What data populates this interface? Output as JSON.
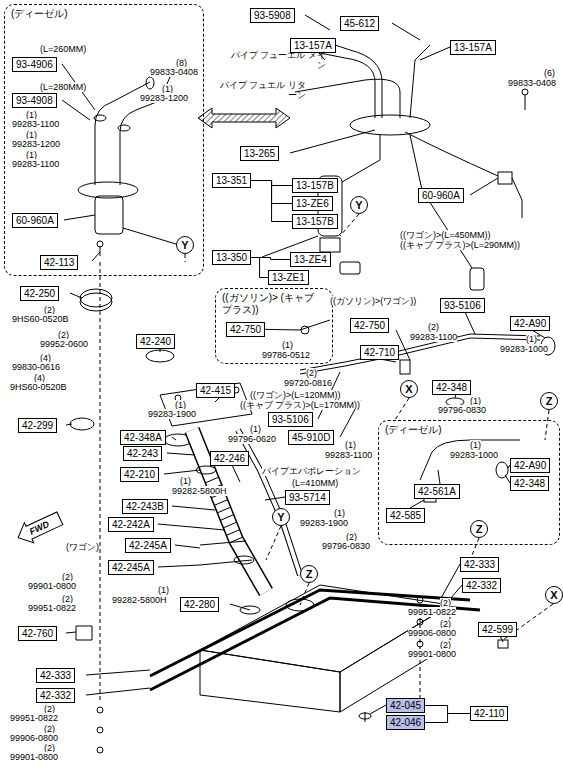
{
  "diagram": {
    "nodes": [
      {
        "text": [
          "(ディーゼル)"
        ]
      },
      {
        "text": [
          "93-4906"
        ],
        "in": 0
      },
      {
        "text": [
          "93-4908"
        ],
        "in": 0
      },
      {
        "text": [
          "60-960A"
        ],
        "in": 0
      },
      {
        "text": [
          "Y"
        ],
        "in": 0
      },
      {
        "text": [
          "42-113"
        ],
        "in": 0
      },
      {
        "text": [
          "93-5908"
        ]
      },
      {
        "text": [
          "45-612"
        ]
      },
      {
        "text": [
          "13-157A"
        ]
      },
      {
        "text": [
          "13-157A"
        ]
      },
      {
        "text": [
          "13-265"
        ]
      },
      {
        "text": [
          "13-351"
        ]
      },
      {
        "text": [
          "13-157B"
        ]
      },
      {
        "text": [
          "13-ZE6"
        ]
      },
      {
        "text": [
          "13-157B"
        ]
      },
      {
        "text": [
          "Y"
        ]
      },
      {
        "text": [
          "60-960A"
        ]
      },
      {
        "text": [
          "13-350"
        ]
      },
      {
        "text": [
          "13-ZE4"
        ]
      },
      {
        "text": [
          "13-ZE1"
        ]
      },
      {
        "text": [
          "42-250"
        ]
      },
      {
        "text": [
          "((ガソリン)> (キャブ プラス))"
        ]
      },
      {
        "text": [
          "42-750"
        ],
        "in": 21
      },
      {
        "text": [
          "42-750"
        ]
      },
      {
        "text": [
          "93-5106"
        ]
      },
      {
        "text": [
          "42-A90"
        ]
      },
      {
        "text": [
          "42-240"
        ]
      },
      {
        "text": [
          "42-710"
        ]
      },
      {
        "text": [
          "42-348"
        ]
      },
      {
        "text": [
          "X"
        ]
      },
      {
        "text": [
          "93-5106"
        ]
      },
      {
        "text": [
          "42-415"
        ]
      },
      {
        "text": [
          "45-910D"
        ]
      },
      {
        "text": [
          "Z"
        ]
      },
      {
        "text": [
          "42-299"
        ]
      },
      {
        "text": [
          "42-348A"
        ]
      },
      {
        "text": [
          "(ディーゼル)"
        ]
      },
      {
        "text": [
          "42-A90"
        ],
        "in": 36
      },
      {
        "text": [
          "42-348"
        ],
        "in": 36
      },
      {
        "text": [
          "42-561A"
        ],
        "in": 36
      },
      {
        "text": [
          "42-585"
        ],
        "in": 36
      },
      {
        "text": [
          "Z"
        ],
        "in": 36
      },
      {
        "text": [
          "42-243"
        ]
      },
      {
        "text": [
          "42-246"
        ]
      },
      {
        "text": [
          "42-210"
        ]
      },
      {
        "text": [
          "93-5714"
        ]
      },
      {
        "text": [
          "42-243B"
        ]
      },
      {
        "text": [
          "42-242A"
        ]
      },
      {
        "text": [
          "Y"
        ]
      },
      {
        "text": [
          "FWD"
        ]
      },
      {
        "text": [
          "42-245A"
        ]
      },
      {
        "text": [
          "42-245A"
        ]
      },
      {
        "text": [
          "42-333"
        ]
      },
      {
        "text": [
          "42-332"
        ]
      },
      {
        "text": [
          "Z"
        ]
      },
      {
        "text": [
          "X"
        ]
      },
      {
        "text": [
          "42-280"
        ]
      },
      {
        "text": [
          "42-760"
        ]
      },
      {
        "text": [
          "42-599"
        ]
      },
      {
        "text": [
          "42-333"
        ]
      },
      {
        "text": [
          "42-332"
        ]
      },
      {
        "text": [
          "42-045"
        ]
      },
      {
        "text": [
          "42-046"
        ]
      },
      {
        "text": [
          "42-110"
        ]
      }
    ],
    "edges": [
      {
        "from": 12,
        "to": 11,
        "arrow": "none"
      },
      {
        "from": 13,
        "to": 11,
        "arrow": "none"
      },
      {
        "from": 14,
        "to": 11,
        "arrow": "none"
      },
      {
        "from": 18,
        "to": 17,
        "arrow": "none"
      },
      {
        "from": 19,
        "to": 17,
        "arrow": "none"
      },
      {
        "from": 61,
        "to": 63,
        "arrow": "none"
      },
      {
        "from": 62,
        "to": 63,
        "arrow": "none"
      }
    ],
    "labels": [
      "(L=260MM)",
      "(L=280MM)",
      "(8)",
      "99833-0408",
      "(1)",
      "99283-1200",
      "(1)",
      "99283-1100",
      "(1)",
      "99283-1200",
      "(1)",
      "99283-1100",
      "パイプ フューエル メイン",
      "パイプ フュエル リターン",
      "(6)",
      "99833-0408",
      "((ワゴン)>(L=450MM))",
      "((キャブ プラス)>(L=290MM))",
      "((ガソリン)>(ワゴン))",
      "(1)",
      "99786-0512",
      "(2)",
      "99283-1100",
      "(1)",
      "99283-1000",
      "(2)",
      "99720-0816",
      "((ワゴン)>(L=120MM))",
      "((キャブ プラス)>(L=170MM))",
      "(1)",
      "99796-0830",
      "(1)",
      "99283-1100",
      "パイプエバポレーション",
      "(1)",
      "99283-1000",
      "(2)",
      "9HS60-0520B",
      "(2)",
      "99952-0600",
      "(4)",
      "99830-0616",
      "(4)",
      "9HS60-0520B",
      "(1)",
      "99283-1900",
      "(1)",
      "99796-0620",
      "(1)",
      "99282-5800H",
      "(L=410MM)",
      "(1)",
      "99283-1900",
      "(2)",
      "99796-0830",
      "(ワゴン)",
      "(2)",
      "99901-0800",
      "(2)",
      "99951-0822",
      "(1)",
      "99282-5800H",
      "(2)",
      "99951-0822",
      "(2)",
      "99906-0800",
      "(2)",
      "99901-0800",
      "(2)",
      "99951-0822",
      "(2)",
      "99906-0800",
      "(2)",
      "99901-0800"
    ]
  }
}
